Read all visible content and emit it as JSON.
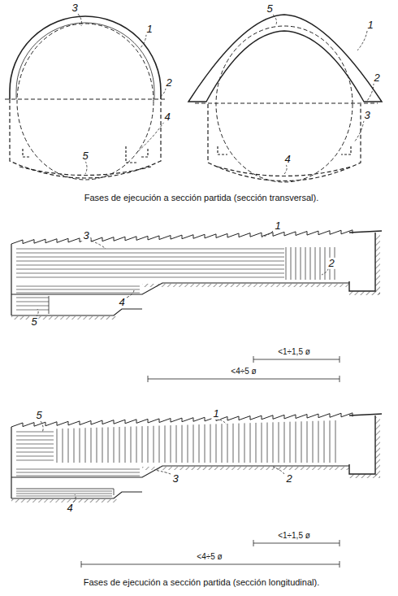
{
  "diagram": {
    "labels": [
      "3",
      "1",
      "2",
      "4",
      "5",
      "5",
      "1",
      "2",
      "3",
      "4",
      "Fases de ejecución a sección partida (sección transversal).",
      "3",
      "1",
      "2",
      "4",
      "5",
      "<1÷1,5 ø",
      "<4÷5 ø",
      "5",
      "1",
      "2",
      "3",
      "4",
      "<1÷1,5 ø",
      "<4÷5 ø",
      "Fases de ejecución a sección partida (sección longitudinal)."
    ]
  }
}
